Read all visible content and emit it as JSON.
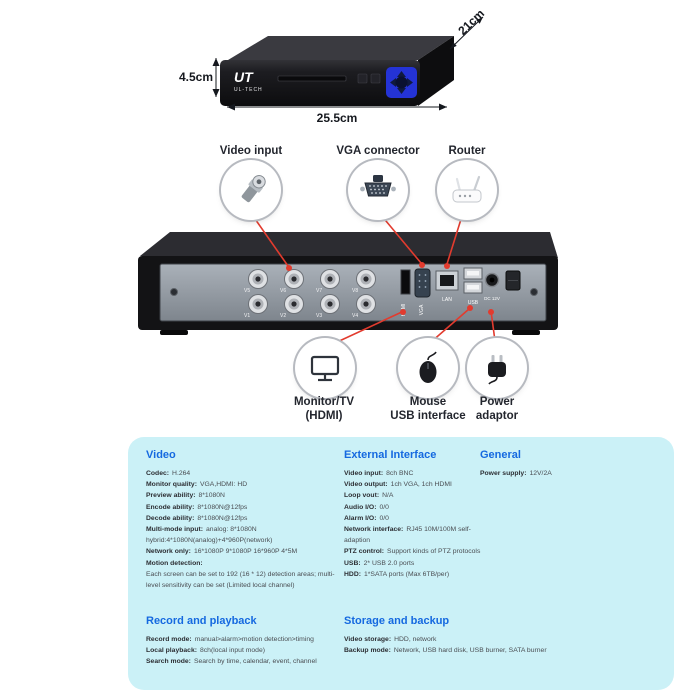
{
  "product": {
    "brand_logo": "UT",
    "brand_name": "UL-TECH",
    "dims": {
      "depth": "21cm",
      "height": "4.5cm",
      "width": "25.5cm"
    }
  },
  "back_panel": {
    "bnc_labels": [
      "V5",
      "V6",
      "V7",
      "V8",
      "V1",
      "V2",
      "V3",
      "V4"
    ],
    "port_labels": {
      "hdmi": "HDMI",
      "vga": "VGA",
      "lan": "LAN",
      "usb": "USB",
      "dc": "DC 12V"
    }
  },
  "callouts": {
    "top": [
      {
        "label": "Video input",
        "icon": "bnc-connector-icon"
      },
      {
        "label": "VGA connector",
        "icon": "vga-connector-icon"
      },
      {
        "label": "Router",
        "icon": "router-icon"
      }
    ],
    "bottom": [
      {
        "line1": "Monitor/TV",
        "line2": "(HDMI)",
        "icon": "monitor-icon"
      },
      {
        "line1": "Mouse",
        "line2": "USB interface",
        "icon": "mouse-icon"
      },
      {
        "line1": "Power",
        "line2": "adaptor",
        "icon": "power-adaptor-icon"
      }
    ]
  },
  "specs": {
    "video": {
      "title": "Video",
      "rows": [
        {
          "label": "Codec:",
          "value": "H.264"
        },
        {
          "label": "Monitor quality:",
          "value": "VGA,HDMI: HD"
        },
        {
          "label": "Preview ability:",
          "value": "8*1080N"
        },
        {
          "label": "Encode ability:",
          "value": "8*1080N@12fps"
        },
        {
          "label": "Decode ability:",
          "value": "8*1080N@12fps"
        },
        {
          "label": "Multi-mode input:",
          "value": "analog: 8*1080N hybrid:4*1080N(analog)+4*960P(network)"
        },
        {
          "label": "Network only:",
          "value": "16*1080P  9*1080P  16*960P  4*5M"
        },
        {
          "label": "Motion detection:",
          "value": "Each screen can be set to 192 (16 * 12) detection areas; multi-level sensitivity can be set (Limited local channel)",
          "block": true
        }
      ]
    },
    "external": {
      "title": "External Interface",
      "rows": [
        {
          "label": "Video input:",
          "value": "8ch BNC"
        },
        {
          "label": "Video output:",
          "value": "1ch VGA, 1ch HDMI"
        },
        {
          "label": "Loop vout:",
          "value": "N/A"
        },
        {
          "label": "Audio I/O:",
          "value": "0/0"
        },
        {
          "label": "Alarm I/O:",
          "value": "0/0"
        },
        {
          "label": "Network interface:",
          "value": "RJ45 10M/100M self-adaption"
        },
        {
          "label": "PTZ control:",
          "value": "Support kinds of PTZ protocols"
        },
        {
          "label": "USB:",
          "value": "2* USB 2.0 ports"
        },
        {
          "label": "HDD:",
          "value": "1*SATA ports (Max 6TB/per)"
        }
      ]
    },
    "general": {
      "title": "General",
      "rows": [
        {
          "label": "Power supply:",
          "value": "12V/2A"
        }
      ]
    },
    "record": {
      "title": "Record and playback",
      "rows": [
        {
          "label": "Record mode:",
          "value": "manual>alarm>motion detection>timing"
        },
        {
          "label": "Local playback:",
          "value": "8ch(local input mode)"
        },
        {
          "label": "Search mode:",
          "value": "Search by time, calendar, event, channel"
        }
      ]
    },
    "storage": {
      "title": "Storage and backup",
      "rows": [
        {
          "label": "Video storage:",
          "value": "HDD, network"
        },
        {
          "label": "Backup mode:",
          "value": "Network, USB hard disk, USB burner, SATA burner"
        }
      ]
    }
  },
  "colors": {
    "panel_bg": "#cbf1f7",
    "title_blue": "#1569e0",
    "accent_red": "#e23b2e",
    "dpad_blue": "#2433d6"
  }
}
